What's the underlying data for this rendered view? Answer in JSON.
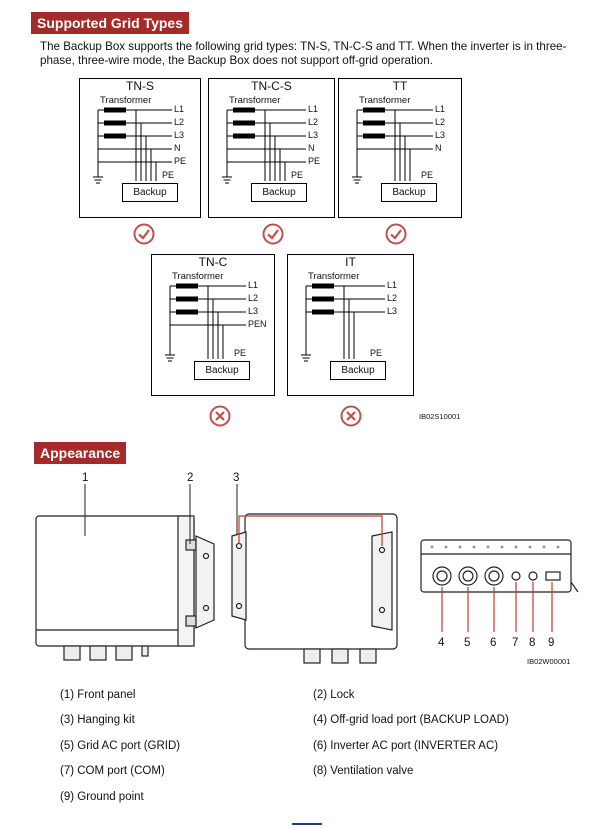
{
  "section1": {
    "heading": "Supported Grid Types",
    "intro": "The Backup Box supports the following grid types: TN-S, TN-C-S and TT. When the inverter is in three-phase, three-wire mode, the Backup Box does not support off-grid operation."
  },
  "diagrams": [
    {
      "title": "TN-S",
      "transformer": "Transformer",
      "lines": [
        "L1",
        "L2",
        "L3",
        "N",
        "PE"
      ],
      "pe": "PE",
      "backup": "Backup",
      "status": "supported"
    },
    {
      "title": "TN-C-S",
      "transformer": "Transformer",
      "lines": [
        "L1",
        "L2",
        "L3",
        "N",
        "PE"
      ],
      "pe": "PE",
      "backup": "Backup",
      "status": "supported"
    },
    {
      "title": "TT",
      "transformer": "Transformer",
      "lines": [
        "L1",
        "L2",
        "L3",
        "N"
      ],
      "pe": "PE",
      "backup": "Backup",
      "status": "supported"
    },
    {
      "title": "TN-C",
      "transformer": "Transformer",
      "lines": [
        "L1",
        "L2",
        "L3",
        "PEN"
      ],
      "pe": "PE",
      "backup": "Backup",
      "status": "not-supported"
    },
    {
      "title": "IT",
      "transformer": "Transformer",
      "lines": [
        "L1",
        "L2",
        "L3"
      ],
      "pe": "PE",
      "backup": "Backup",
      "status": "not-supported"
    }
  ],
  "figure_codes": {
    "grid": "IB02S10001",
    "appearance": "IB02W00001"
  },
  "section2": {
    "heading": "Appearance"
  },
  "callouts": [
    "1",
    "2",
    "3",
    "4",
    "5",
    "6",
    "7",
    "8",
    "9"
  ],
  "legend": [
    "(1) Front panel",
    "(2) Lock",
    "(3) Hanging kit",
    "(4) Off-grid load port (BACKUP LOAD)",
    "(5) Grid AC port (GRID)",
    "(6) Inverter AC port (INVERTER AC)",
    "(7) COM port (COM)",
    "(8) Ventilation valve",
    "(9) Ground point"
  ],
  "colors": {
    "heading_bg": "#a52a2a",
    "ok": "#c0504d",
    "bad": "#c0504d"
  }
}
